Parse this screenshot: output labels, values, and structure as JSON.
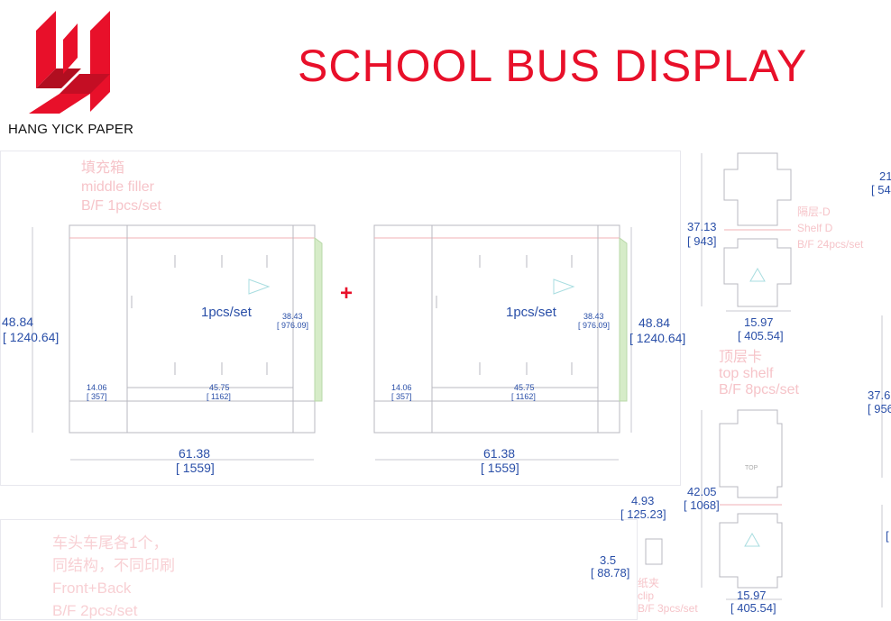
{
  "company": "HANG YICK PAPER",
  "title": "SCHOOL BUS DISPLAY",
  "colors": {
    "brand_red": "#e8102a",
    "dimension_blue": "#2a4fa8",
    "note_pink": "#f6c4c9",
    "glue_green": "#d6ecc8"
  },
  "filler": {
    "zh": "填充箱",
    "en": "middle filler",
    "qty": "B/F  1pcs/set",
    "left_blank": {
      "height": "48.84",
      "height_mm": "[ 1240.64]",
      "set": "1pcs/set",
      "inner": "38.43",
      "inner_mm": "[ 976.09]",
      "side": "14.06",
      "side_mm": "[ 357]",
      "middle": "45.75",
      "middle_mm": "[ 1162]",
      "width": "61.38",
      "width_mm": "[ 1559]"
    },
    "right_blank": {
      "height": "48.84",
      "height_mm": "[ 1240.64]",
      "set": "1pcs/set",
      "inner": "38.43",
      "inner_mm": "[ 976.09]",
      "side": "14.06",
      "side_mm": "[ 357]",
      "middle": "45.75",
      "middle_mm": "[ 1162]",
      "width": "61.38",
      "width_mm": "[ 1559]"
    },
    "plus": "+"
  },
  "shelf_d": {
    "zh": "隔层-D",
    "en": "Shelf  D",
    "qty": "B/F  24pcs/set",
    "height": "37.13",
    "height_mm": "[ 943]",
    "width": "15.97",
    "width_mm": "[ 405.54]"
  },
  "top_shelf": {
    "zh": "顶层卡",
    "en": "top shelf",
    "qty": "B/F   8pcs/set",
    "height": "42.05",
    "height_mm": "[ 1068]",
    "width": "15.97",
    "width_mm": "[ 405.54]",
    "top_label": "TOP"
  },
  "clip": {
    "zh": "纸夹",
    "en": "clip",
    "qty": "B/F  3pcs/set",
    "w": "4.93",
    "w_mm": "[ 125.23]",
    "h": "3.5",
    "h_mm": "[ 88.78]"
  },
  "front_back": {
    "zh1": "车头车尾各1个，",
    "zh2": "同结构，不同印刷",
    "en": "Front+Back",
    "qty": "B/F  2pcs/set"
  },
  "edge": {
    "a": "21",
    "a_mm": "[ 54",
    "b": "37.6",
    "b_mm": "[ 956",
    "c": "["
  }
}
